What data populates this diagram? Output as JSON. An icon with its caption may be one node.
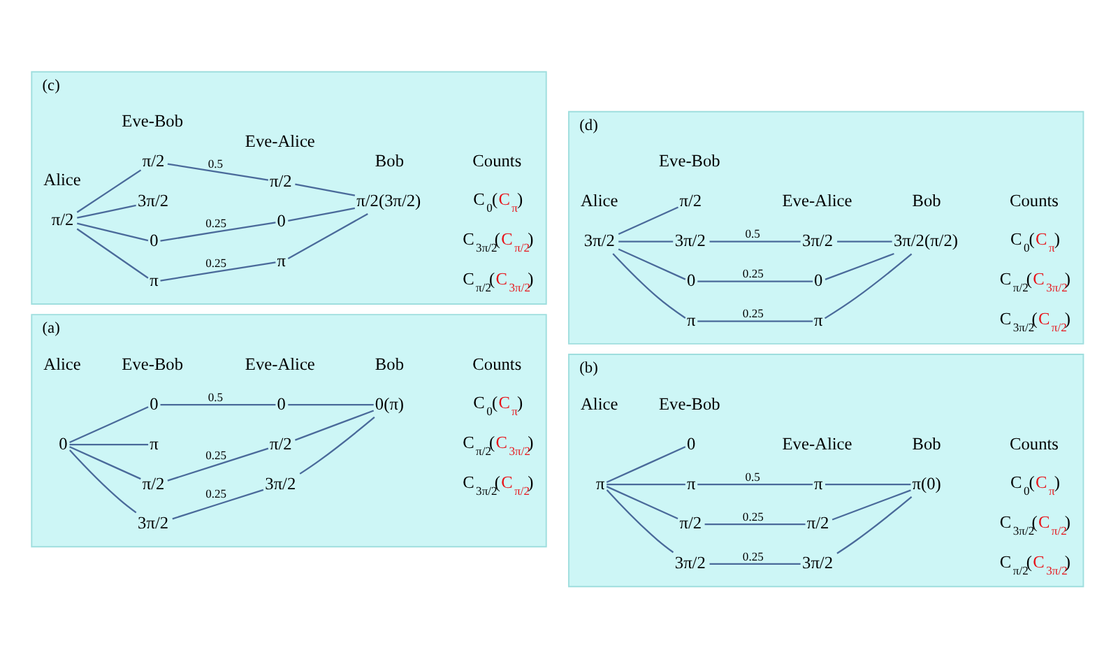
{
  "diagram": {
    "nodes": [
      {
        "text": [
          "(a)"
        ]
      },
      {
        "text": [
          "0"
        ],
        "in": 0
      },
      {
        "text": [
          "0"
        ],
        "in": 0
      },
      {
        "text": [
          "π"
        ],
        "in": 0
      },
      {
        "text": [
          "π/2"
        ],
        "in": 0
      },
      {
        "text": [
          "3π/2"
        ],
        "in": 0
      },
      {
        "text": [
          "0"
        ],
        "in": 0
      },
      {
        "text": [
          "π/2"
        ],
        "in": 0
      },
      {
        "text": [
          "3π/2"
        ],
        "in": 0
      },
      {
        "text": [
          "0(π)"
        ],
        "in": 0
      },
      {
        "text": [
          "(b)"
        ]
      },
      {
        "text": [
          "π"
        ],
        "in": 10
      },
      {
        "text": [
          "0"
        ],
        "in": 10
      },
      {
        "text": [
          "π"
        ],
        "in": 10
      },
      {
        "text": [
          "π/2"
        ],
        "in": 10
      },
      {
        "text": [
          "3π/2"
        ],
        "in": 10
      },
      {
        "text": [
          "π"
        ],
        "in": 10
      },
      {
        "text": [
          "π/2"
        ],
        "in": 10
      },
      {
        "text": [
          "3π/2"
        ],
        "in": 10
      },
      {
        "text": [
          "π(0)"
        ],
        "in": 10
      },
      {
        "text": [
          "(c)"
        ]
      },
      {
        "text": [
          "π/2"
        ],
        "in": 20
      },
      {
        "text": [
          "π/2"
        ],
        "in": 20
      },
      {
        "text": [
          "3π/2"
        ],
        "in": 20
      },
      {
        "text": [
          "0"
        ],
        "in": 20
      },
      {
        "text": [
          "π"
        ],
        "in": 20
      },
      {
        "text": [
          "π/2"
        ],
        "in": 20
      },
      {
        "text": [
          "0"
        ],
        "in": 20
      },
      {
        "text": [
          "π"
        ],
        "in": 20
      },
      {
        "text": [
          "π/2(3π/2)"
        ],
        "in": 20
      },
      {
        "text": [
          "(d)"
        ]
      },
      {
        "text": [
          "3π/2"
        ],
        "in": 30
      },
      {
        "text": [
          "π/2"
        ],
        "in": 30
      },
      {
        "text": [
          "3π/2"
        ],
        "in": 30
      },
      {
        "text": [
          "0"
        ],
        "in": 30
      },
      {
        "text": [
          "π"
        ],
        "in": 30
      },
      {
        "text": [
          "3π/2"
        ],
        "in": 30
      },
      {
        "text": [
          "0"
        ],
        "in": 30
      },
      {
        "text": [
          "π"
        ],
        "in": 30
      },
      {
        "text": [
          "3π/2(π/2)"
        ],
        "in": 30
      }
    ],
    "edges": [
      {
        "from": 1,
        "to": 2,
        "arrow": "none"
      },
      {
        "from": 1,
        "to": 3,
        "arrow": "none"
      },
      {
        "from": 1,
        "to": 4,
        "arrow": "none"
      },
      {
        "from": 1,
        "to": 5,
        "arrow": "none"
      },
      {
        "from": 2,
        "to": 6,
        "arrow": "none",
        "label": "0.5"
      },
      {
        "from": 4,
        "to": 7,
        "arrow": "none",
        "label": "0.25"
      },
      {
        "from": 5,
        "to": 8,
        "arrow": "none",
        "label": "0.25"
      },
      {
        "from": 6,
        "to": 9,
        "arrow": "none"
      },
      {
        "from": 7,
        "to": 9,
        "arrow": "none"
      },
      {
        "from": 8,
        "to": 9,
        "arrow": "none"
      },
      {
        "from": 11,
        "to": 12,
        "arrow": "none"
      },
      {
        "from": 11,
        "to": 13,
        "arrow": "none"
      },
      {
        "from": 11,
        "to": 14,
        "arrow": "none"
      },
      {
        "from": 11,
        "to": 15,
        "arrow": "none"
      },
      {
        "from": 13,
        "to": 16,
        "arrow": "none",
        "label": "0.5"
      },
      {
        "from": 14,
        "to": 17,
        "arrow": "none",
        "label": "0.25"
      },
      {
        "from": 15,
        "to": 18,
        "arrow": "none",
        "label": "0.25"
      },
      {
        "from": 16,
        "to": 19,
        "arrow": "none"
      },
      {
        "from": 17,
        "to": 19,
        "arrow": "none"
      },
      {
        "from": 18,
        "to": 19,
        "arrow": "none"
      },
      {
        "from": 21,
        "to": 22,
        "arrow": "none"
      },
      {
        "from": 21,
        "to": 23,
        "arrow": "none"
      },
      {
        "from": 21,
        "to": 24,
        "arrow": "none"
      },
      {
        "from": 21,
        "to": 25,
        "arrow": "none"
      },
      {
        "from": 22,
        "to": 26,
        "arrow": "none",
        "label": "0.5"
      },
      {
        "from": 24,
        "to": 27,
        "arrow": "none",
        "label": "0.25"
      },
      {
        "from": 25,
        "to": 28,
        "arrow": "none",
        "label": "0.25"
      },
      {
        "from": 26,
        "to": 29,
        "arrow": "none"
      },
      {
        "from": 27,
        "to": 29,
        "arrow": "none"
      },
      {
        "from": 28,
        "to": 29,
        "arrow": "none"
      },
      {
        "from": 31,
        "to": 32,
        "arrow": "none"
      },
      {
        "from": 31,
        "to": 33,
        "arrow": "none"
      },
      {
        "from": 31,
        "to": 34,
        "arrow": "none"
      },
      {
        "from": 31,
        "to": 35,
        "arrow": "none"
      },
      {
        "from": 33,
        "to": 36,
        "arrow": "none",
        "label": "0.5"
      },
      {
        "from": 34,
        "to": 37,
        "arrow": "none",
        "label": "0.25"
      },
      {
        "from": 35,
        "to": 38,
        "arrow": "none",
        "label": "0.25"
      },
      {
        "from": 36,
        "to": 39,
        "arrow": "none"
      },
      {
        "from": 37,
        "to": 39,
        "arrow": "none"
      },
      {
        "from": 38,
        "to": 39,
        "arrow": "none"
      }
    ],
    "labels": [
      "Alice",
      "Eve-Bob",
      "Eve-Alice",
      "Bob",
      "Counts",
      "C$_{0}$(C$_{π}$)",
      "C$_{π/2}$(C$_{3π/2}$)",
      "C$_{3π/2}$(C$_{π/2}$)",
      "Alice",
      "Eve-Bob",
      "Eve-Alice",
      "Bob",
      "Counts",
      "C$_{0}$(C$_{π}$)",
      "C$_{3π/2}$(C$_{π/2}$)",
      "C$_{π/2}$(C$_{3π/2}$)",
      "Alice",
      "Eve-Bob",
      "Eve-Alice",
      "Bob",
      "Counts",
      "C$_{0}$(C$_{π}$)",
      "C$_{3π/2}$(C$_{π/2}$)",
      "C$_{π/2}$(C$_{3π/2}$)",
      "Alice",
      "Eve-Bob",
      "Eve-Alice",
      "Bob",
      "Counts",
      "C$_{0}$(C$_{π}$)",
      "C$_{π/2}$(C$_{3π/2}$)",
      "C$_{3π/2}$(C$_{π/2}$)"
    ]
  }
}
